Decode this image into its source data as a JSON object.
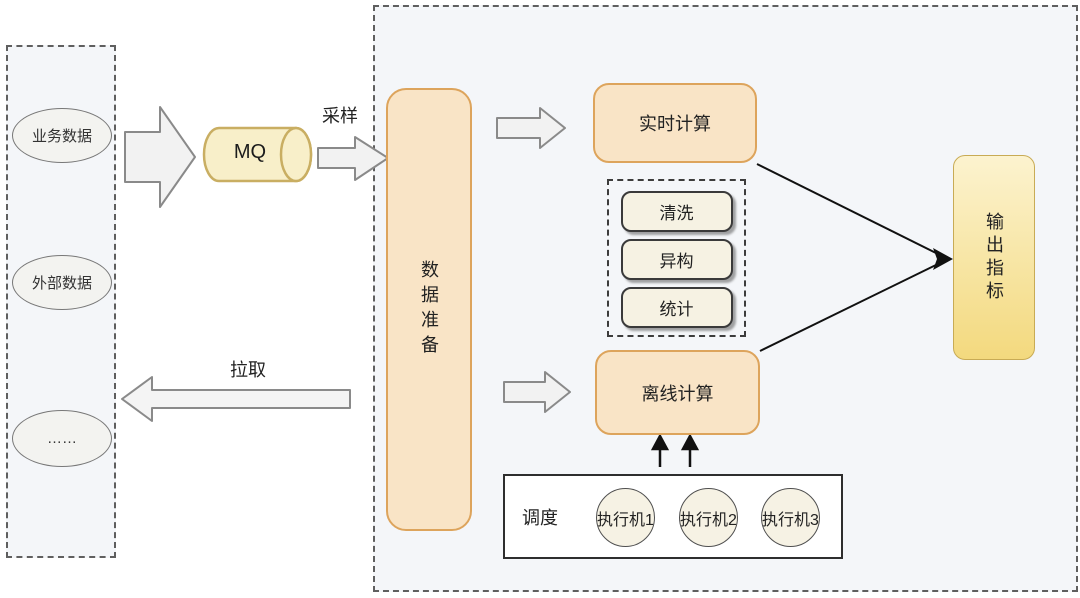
{
  "diagram_title": "data-processing-pipeline",
  "left_panel": {
    "items": [
      {
        "label": "业务数据"
      },
      {
        "label": "外部数据"
      },
      {
        "label": "……"
      }
    ]
  },
  "mq": {
    "label": "MQ"
  },
  "labels": {
    "sampling": "采样",
    "pull": "拉取",
    "scheduling": "调度"
  },
  "data_prep": {
    "label": "数据准备"
  },
  "realtime": {
    "label": "实时计算"
  },
  "offline": {
    "label": "离线计算"
  },
  "processing": {
    "items": [
      {
        "label": "清洗"
      },
      {
        "label": "异构"
      },
      {
        "label": "统计"
      }
    ]
  },
  "output": {
    "label": "输出指标"
  },
  "executors": [
    {
      "label": "执行机1"
    },
    {
      "label": "执行机2"
    },
    {
      "label": "执行机3"
    }
  ],
  "colors": {
    "panel_fill": "#f4f6f9",
    "dashed_border": "#5f5f5f",
    "process_box_fill": "#f9e4c6",
    "process_box_border": "#dda45c",
    "mq_fill": "#f8efc9",
    "mq_border": "#c9ae62",
    "output_gradient_top": "#fcf3cf",
    "output_gradient_bottom": "#f3d97e",
    "cream_box_fill": "#f6f2e3",
    "block_arrow_fill": "#f2f2f2",
    "block_arrow_stroke": "#8a8a8a",
    "line_color": "#111111"
  }
}
